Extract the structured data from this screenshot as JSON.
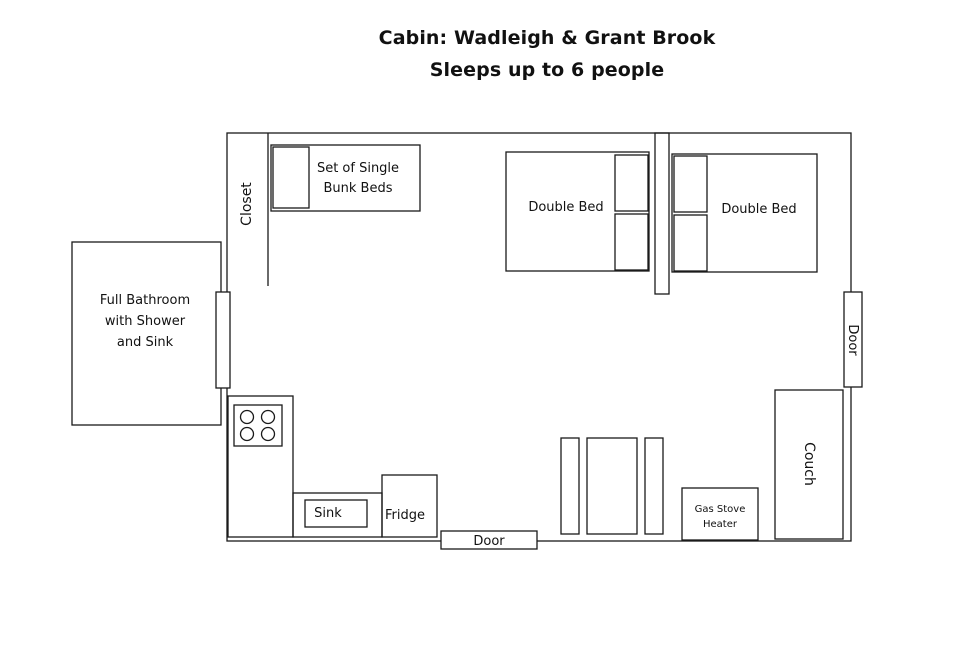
{
  "title": {
    "line1": "Cabin: Wadleigh & Grant Brook",
    "line2": "Sleeps up to 6 people"
  },
  "labels": {
    "bunk_line1": "Set of Single",
    "bunk_line2": "Bunk Beds",
    "closet": "Closet",
    "double_bed_1": "Double Bed",
    "double_bed_2": "Double Bed",
    "bathroom_line1": "Full Bathroom",
    "bathroom_line2": "with Shower",
    "bathroom_line3": "and Sink",
    "door_right": "Door",
    "couch": "Couch",
    "sink": "Sink",
    "fridge": "Fridge",
    "door_bottom": "Door",
    "stove_line1": "Gas Stove",
    "stove_line2": "Heater"
  },
  "colors": {
    "line": "#1a1a1a",
    "background": "#ffffff"
  }
}
